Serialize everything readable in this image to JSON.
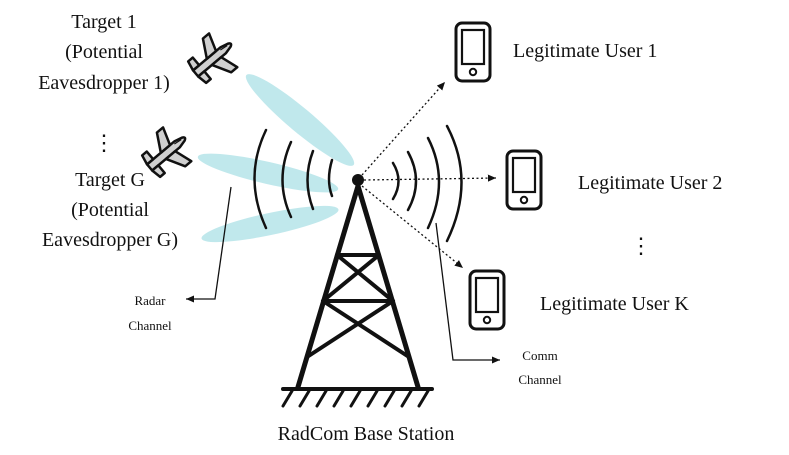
{
  "targets": {
    "t1_line1": "Target 1",
    "t1_line2": "(Potential",
    "t1_line3": "Eavesdropper 1)",
    "ellipsis": "⋮",
    "tg_line1": "Target G",
    "tg_line2": "(Potential",
    "tg_line3": "Eavesdropper G)"
  },
  "users": {
    "u1": "Legitimate User 1",
    "u2": "Legitimate User 2",
    "ellipsis": "⋮",
    "uk": "Legitimate User K"
  },
  "channels": {
    "radar_line1": "Radar",
    "radar_line2": "Channel",
    "comm_line1": "Comm",
    "comm_line2": "Channel"
  },
  "station": {
    "label": "RadCom Base Station"
  },
  "colors": {
    "beam": "#b9e6ea",
    "ink": "#111111",
    "plane_fill": "#d0d0d0"
  },
  "icons": [
    "airplane-icon",
    "mobile-phone-icon",
    "antenna-tower-icon"
  ]
}
